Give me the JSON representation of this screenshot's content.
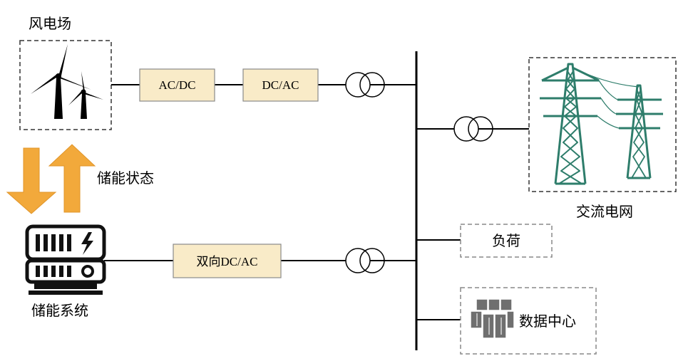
{
  "wind_farm": {
    "label": "风电场",
    "icon": "wind-turbine-icon"
  },
  "converters": {
    "ac_dc": "AC/DC",
    "dc_ac": "DC/AC",
    "bidirectional": "双向DC/AC"
  },
  "storage_state": {
    "label": "储能状态",
    "arrow_color": "#f2a93b"
  },
  "storage_system": {
    "label": "储能系统",
    "icon": "battery-rack-icon"
  },
  "ac_grid": {
    "label": "交流电网",
    "icon": "transmission-tower-icon",
    "tower_color": "#2e7d6b"
  },
  "load": {
    "label": "负荷"
  },
  "data_center": {
    "label": "数据中心",
    "icon": "data-center-cubes-icon"
  },
  "colors": {
    "converter_fill": "#f9ebc8",
    "converter_stroke": "#8a8a8a",
    "line": "#000000",
    "dash": "#555555"
  }
}
